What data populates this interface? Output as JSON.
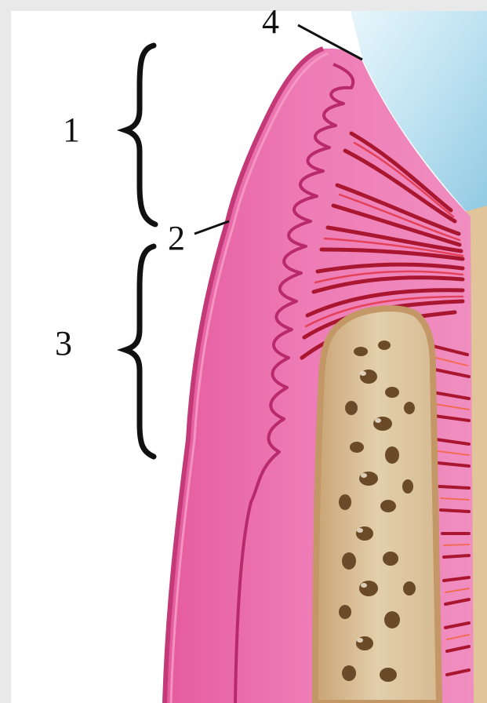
{
  "labels": {
    "label_1": "1",
    "label_2": "2",
    "label_3": "3",
    "label_4": "4"
  },
  "colors": {
    "background": "#e9e9e9",
    "panel": "#ffffff",
    "gingiva": "#e45fa0",
    "epithelium_edge": "#c43a78",
    "tooth_enamel": "#bfe3f2",
    "bone": "#d9c09a",
    "periosteum": "#cfa878",
    "fibers": "#b01835",
    "marrow": "#6b4a2a"
  }
}
